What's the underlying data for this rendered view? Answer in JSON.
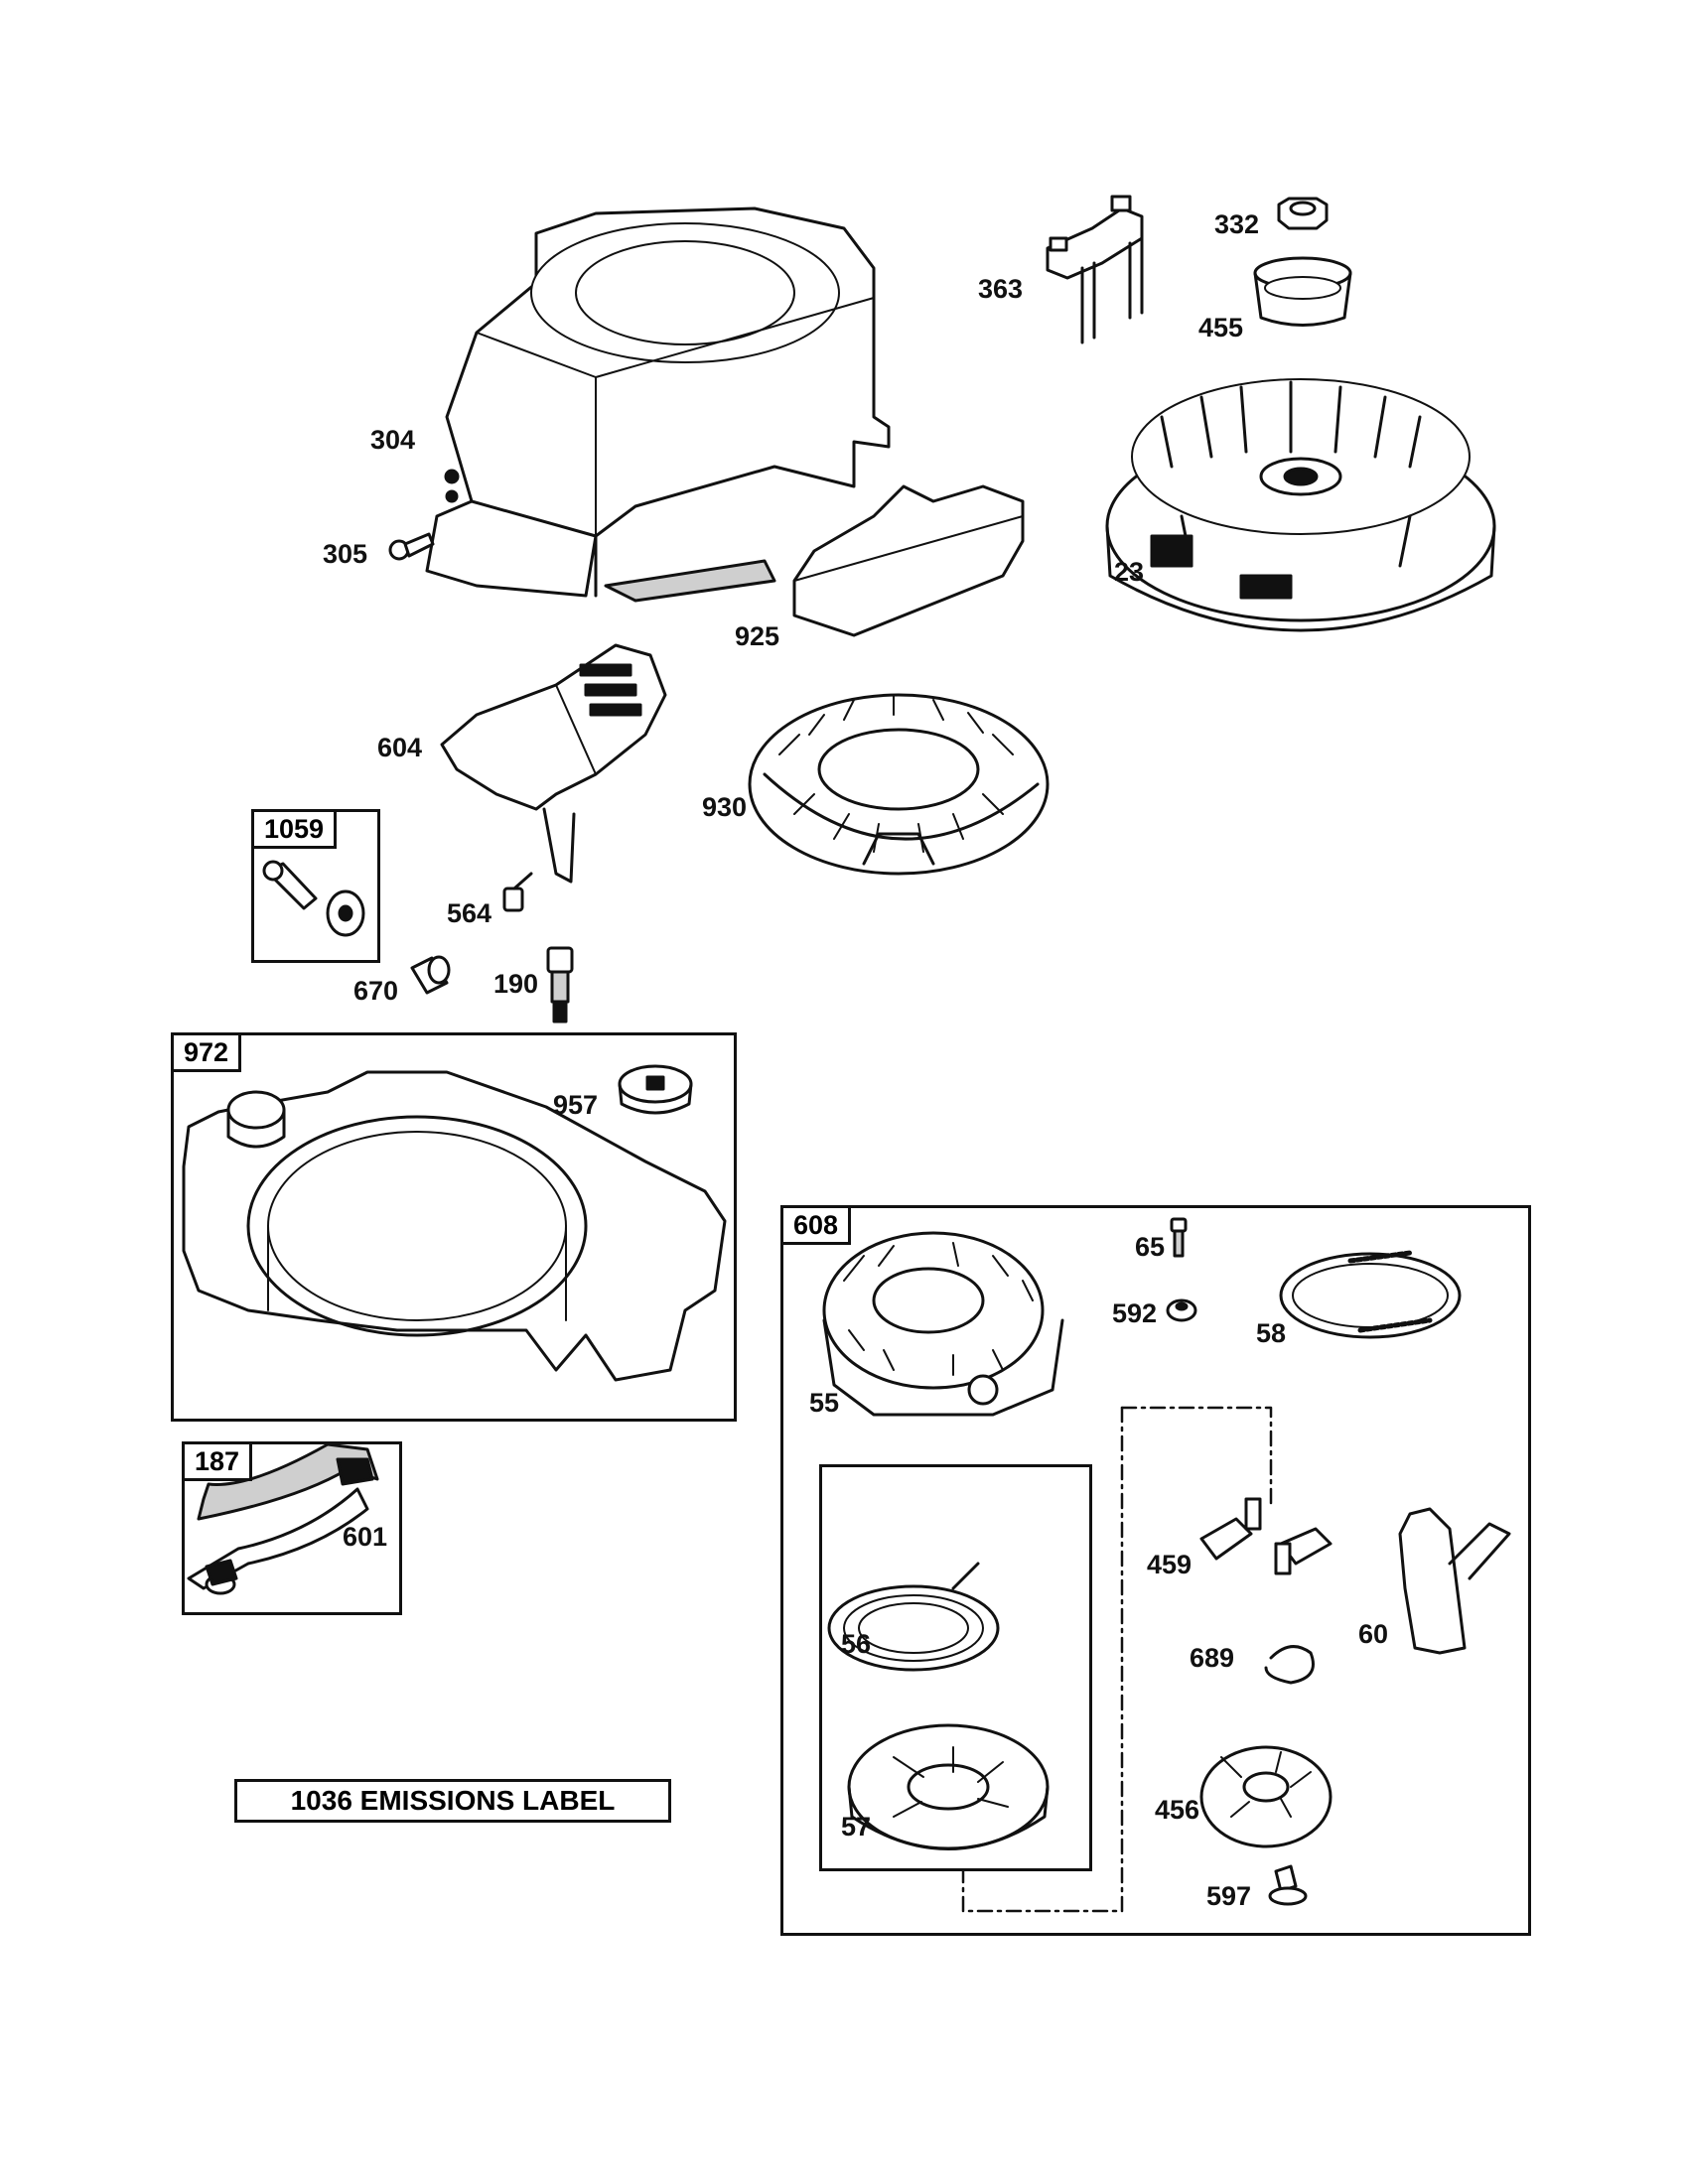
{
  "diagram": {
    "callouts": {
      "p304": "304",
      "p305": "305",
      "p925": "925",
      "p363": "363",
      "p332": "332",
      "p455": "455",
      "p23": "23",
      "p604": "604",
      "p930": "930",
      "p1059": "1059",
      "p564": "564",
      "p670": "670",
      "p190": "190",
      "p972": "972",
      "p957": "957",
      "p187": "187",
      "p601": "601",
      "p608": "608",
      "p65": "65",
      "p592": "592",
      "p58": "58",
      "p55": "55",
      "p459": "459",
      "p60": "60",
      "p56": "56",
      "p689": "689",
      "p57": "57",
      "p456": "456",
      "p597": "597"
    },
    "emissions_label": "1036 EMISSIONS LABEL"
  }
}
